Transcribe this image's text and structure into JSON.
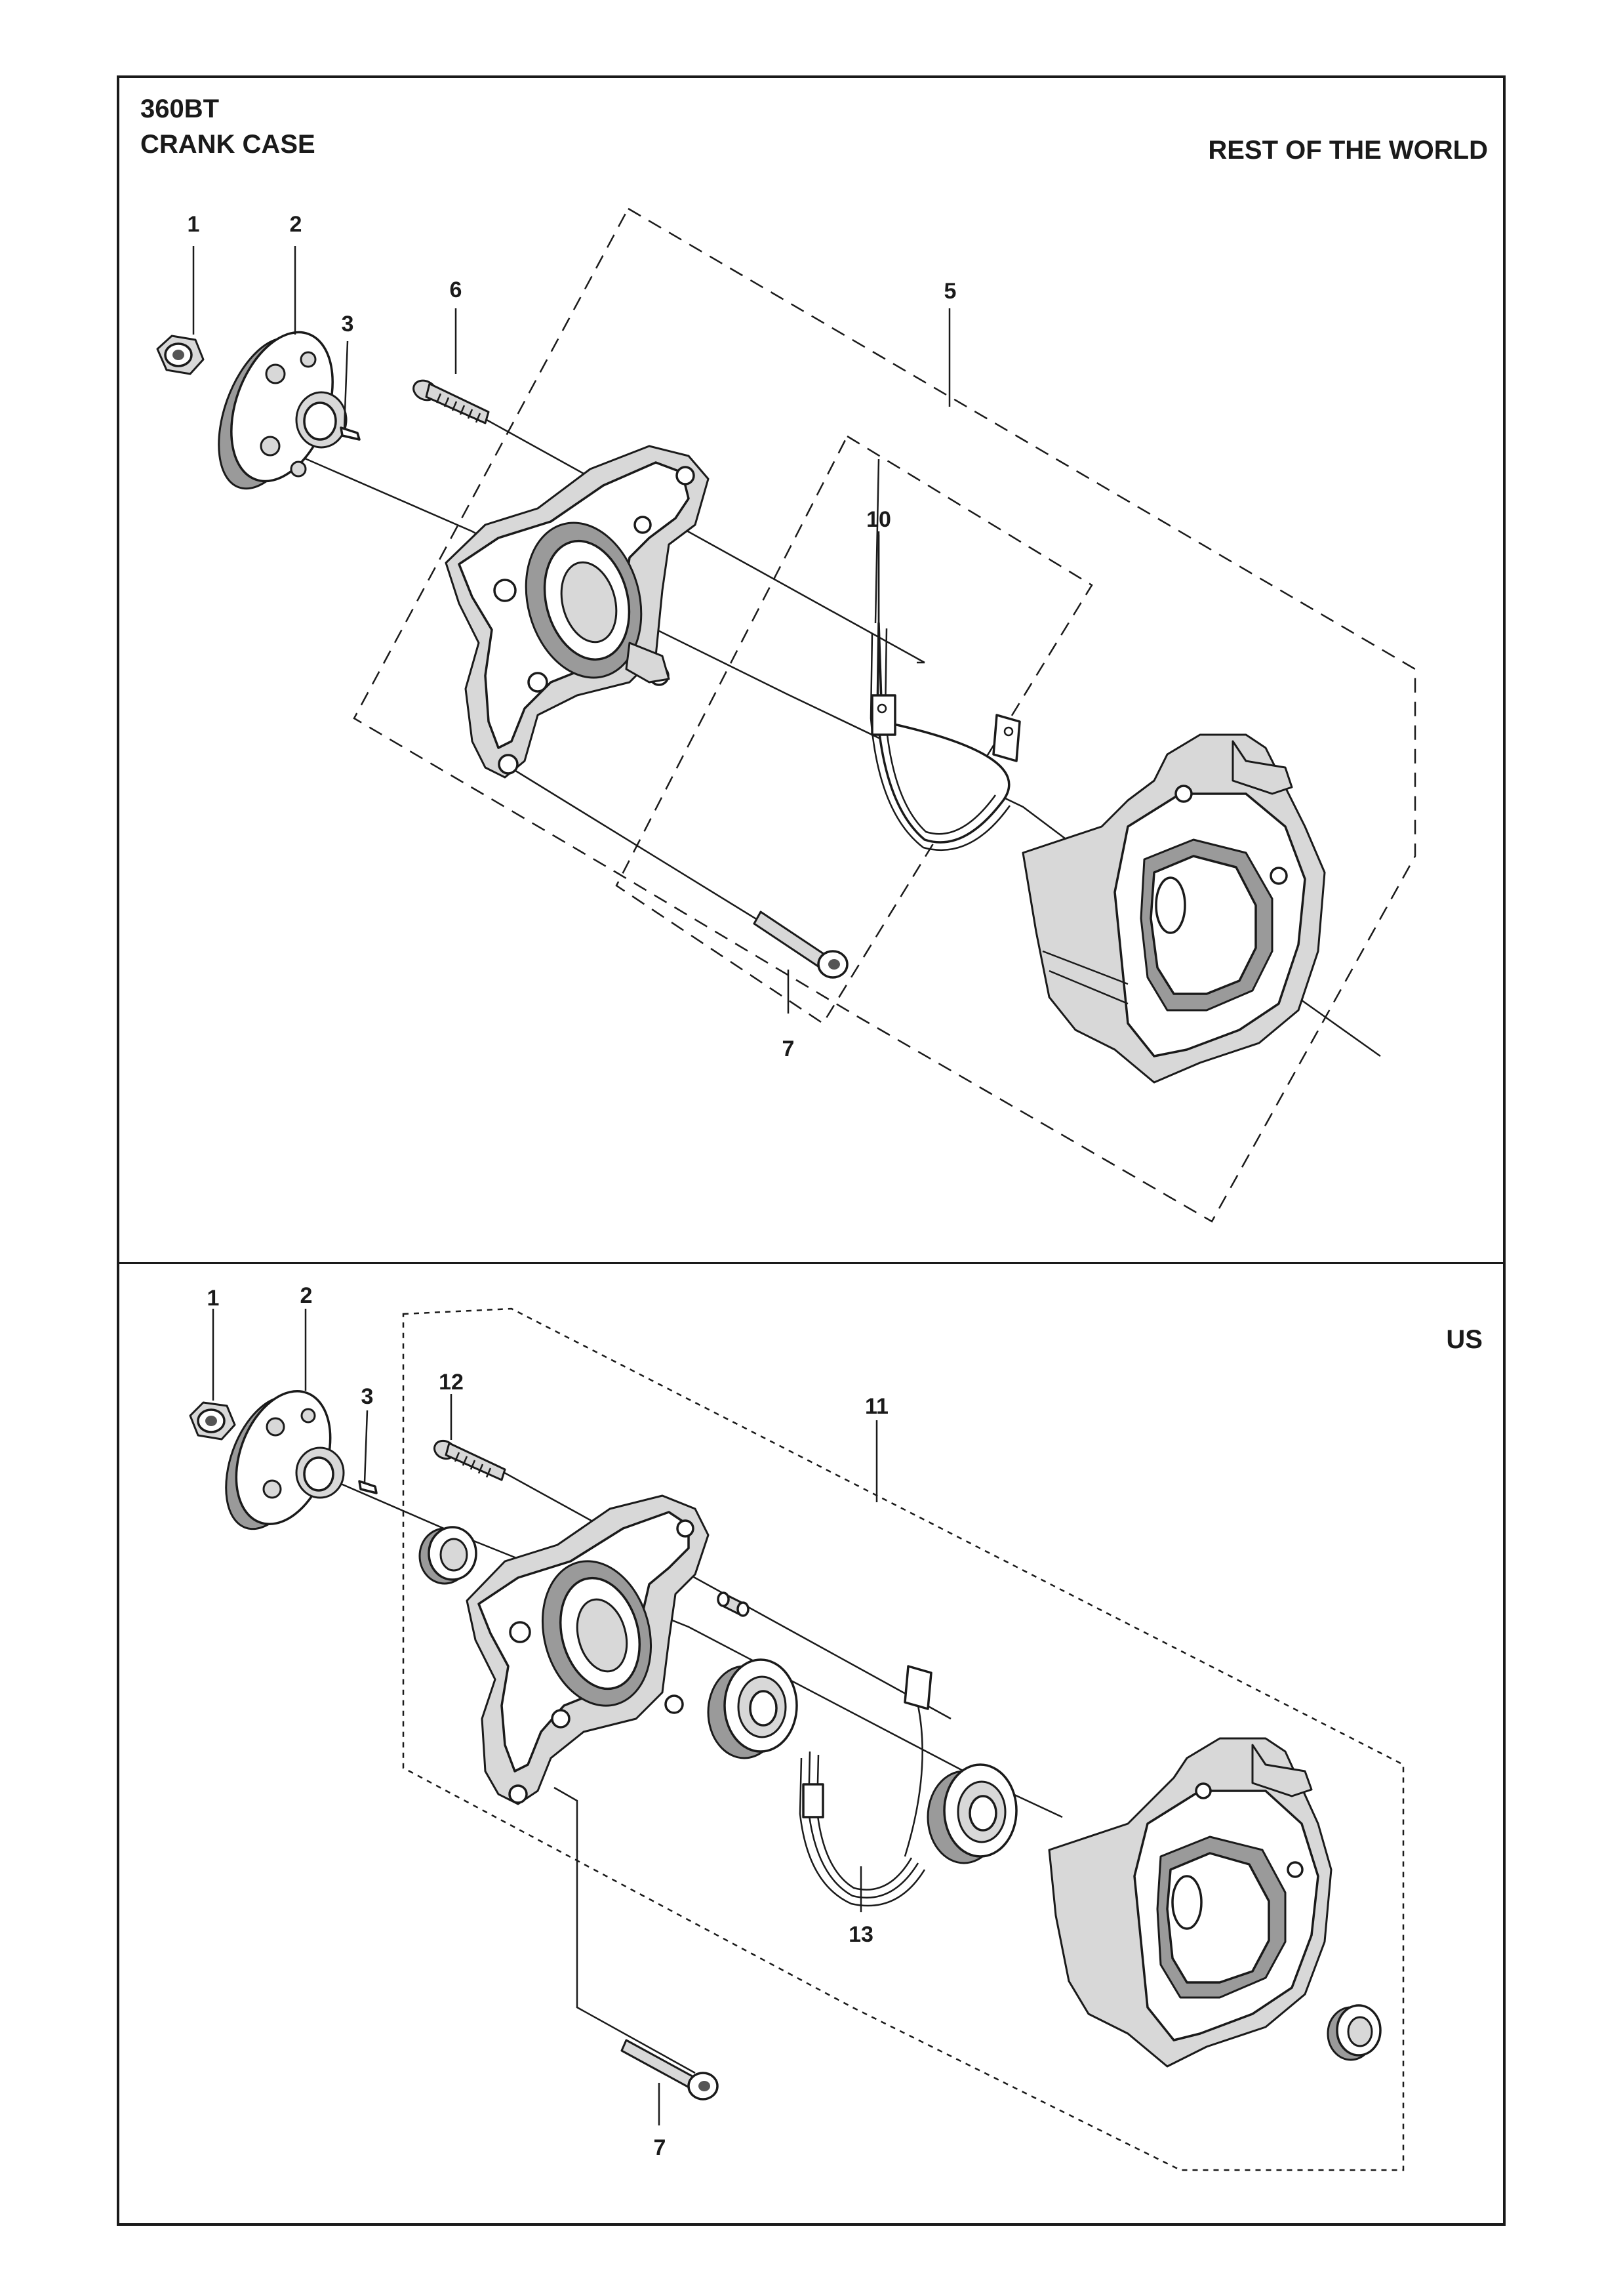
{
  "header": {
    "model": "360BT",
    "title": "CRANK CASE"
  },
  "sections": {
    "top": {
      "region": "REST OF THE WORLD",
      "callouts": [
        "1",
        "2",
        "3",
        "6",
        "5",
        "10",
        "7"
      ]
    },
    "bottom": {
      "region": "US",
      "callouts": [
        "1",
        "2",
        "3",
        "12",
        "11",
        "13",
        "7"
      ]
    }
  }
}
